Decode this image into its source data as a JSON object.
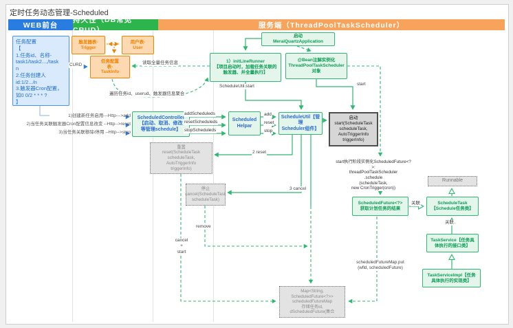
{
  "title": "定时任务动态管理-Scheduled",
  "headers": {
    "web": "WEB前台",
    "db": "持久性（DB常见CRUD）",
    "server": "服务端（ThreadPoolTaskScheduler）"
  },
  "colors": {
    "web_header": "#2a7de0",
    "db_header": "#2db44d",
    "server_header": "#f7a35c",
    "green_accent": "#2eb872",
    "blue_accent": "#2a7de0",
    "orange_accent": "#f08300"
  },
  "boxes": {
    "task_config": "任务配置\n【\n1.任务id、名称-\ntask1/task2...,/task\nn\n2.任务创建人\nid:1/2.../n\n3.触发器Cron配置，\n如0 0/2 * * * ?\n】",
    "trigger_table": "触发器表-\nTrigger",
    "user_table": "用户表-\nUser",
    "taskinfo_table": "任务配置\n表-\nTaskInfo",
    "app_start": "启动\nMeraiQuartzApplication",
    "init_runner": "1）initLineRunner\n【项目启动时，加载任务关联的\n触发器、并全量执行】",
    "bean_init": "@Bean注解实例化\nThreadPoolTaskScheduler\n对象",
    "controller": "ScheduledController\n【启动、取消、修改\n等管理schedule】",
    "helper": "Scheduled\nHelpar",
    "schedule_util": "ScheduleUtil【管理\nScheduler组件】",
    "start_method": "启动\nstart(ScheduleTask\nscheduleTask,\nAutoTriggerInfo\ntriggerInfo)",
    "reset_method": "重置\nreset(ScheduleTask\nscheduleTask,\nAutoTriggerInfo\ntriggerInfo)",
    "cancel_method": "停止\ncancel(ScheduleTask\nscheduleTask)",
    "start_note": "start执行阶段实例化ScheduledFuture<?>:\nthreadPoolTaskScheduler\n.schedule\n(scheduleTask,\nnew CronTrigger(cron))",
    "runnable": "Runnable",
    "scheduled_future": "ScheduledFuture<?>\n获取计划任务的结果",
    "schedule_task": "ScheduleTask\n【Schedule任务类】",
    "task_service": "TaskService【任务具\n体执行的接口类】",
    "task_service_impl": "TaskServiceImpl【任务\n具体执行的实现类】",
    "future_map": "Map<String,\nScheduledFuture<?>>\nscheduledFutureMap\n存储任务id,\ndScheduledFuture(集合"
  },
  "labels": {
    "curd": "CURD",
    "read_all": "读取全量任务信息",
    "aggregate": "遍历任务id、userud、触发器信息聚合",
    "http_add": "1)创建新任务启用---Http--->add",
    "http_reset": "2)当任务关联触发器Cron配置信息改变 --Http-->reset",
    "http_stop": "3)当任务关联移除/停用 --Http-->stop",
    "schedule_util_start": "ScheduleUtil.start",
    "start": "start",
    "add_scheduleds": "addScheduleds",
    "reset_scheduleds": "resetScheduleds",
    "stop_scheduleds": "stopScheduleds",
    "add": "add",
    "reset": "reset",
    "stop": "stop",
    "reset2": "2 reset",
    "cancel3": "3 cancel",
    "remove": "remove",
    "cancel_start": "cancel\n+\nstart",
    "assoc1": "关联",
    "assoc2": "关联",
    "future_map_put": "scheduledFutureMap.put\n(wfld, scheduledFuture)"
  }
}
